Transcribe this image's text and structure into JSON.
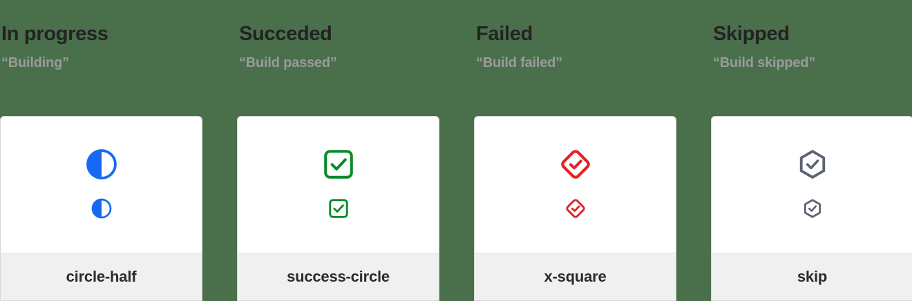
{
  "page": {
    "background_color": "#4a6f4b",
    "card_background": "#ffffff",
    "card_footer_background": "#f0f0f0",
    "title_color": "#232323",
    "subtitle_color": "#9b9b9b"
  },
  "columns": [
    {
      "title": "In progress",
      "subtitle": "“Building”",
      "icon_name": "circle-half",
      "icon_label": "circle-half",
      "icon_color": "#1769f5"
    },
    {
      "title": "Succeded",
      "subtitle": "“Build passed”",
      "icon_name": "success-circle",
      "icon_label": "success-circle",
      "icon_color": "#0a8a28"
    },
    {
      "title": "Failed",
      "subtitle": "“Build failed”",
      "icon_name": "x-square",
      "icon_label": "x-square",
      "icon_color": "#e32227"
    },
    {
      "title": "Skipped",
      "subtitle": "“Build skipped”",
      "icon_name": "skip",
      "icon_label": "skip",
      "icon_color": "#5c6372"
    }
  ]
}
